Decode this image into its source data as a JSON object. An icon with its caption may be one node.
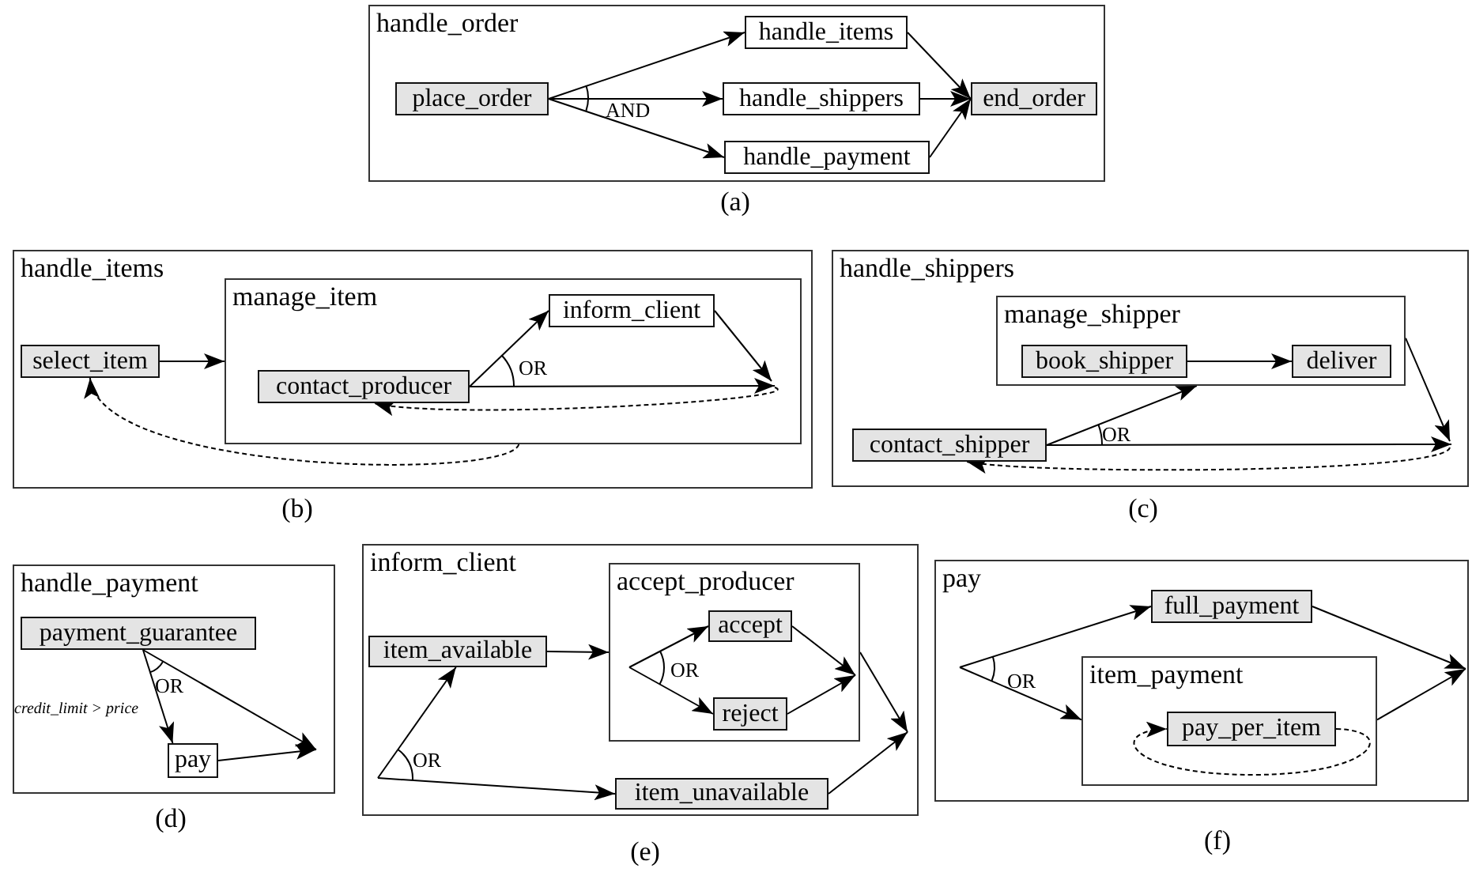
{
  "diagram": {
    "nodes": [
      {
        "text": [
          "handle_order"
        ]
      },
      {
        "text": [
          "place_order"
        ],
        "in": 0
      },
      {
        "text": [
          "handle_items"
        ],
        "in": 0
      },
      {
        "text": [
          "handle_shippers"
        ],
        "in": 0
      },
      {
        "text": [
          "handle_payment"
        ],
        "in": 0
      },
      {
        "text": [
          "end_order"
        ],
        "in": 0
      },
      {
        "text": [
          "handle_items"
        ]
      },
      {
        "text": [
          "manage_item"
        ],
        "in": 6
      },
      {
        "text": [
          "select_item"
        ],
        "in": 6
      },
      {
        "text": [
          "inform_client"
        ],
        "in": 7
      },
      {
        "text": [
          "contact_producer"
        ],
        "in": 7
      },
      {
        "text": [
          "handle_shippers"
        ]
      },
      {
        "text": [
          "manage_shipper"
        ],
        "in": 11
      },
      {
        "text": [
          "book_shipper"
        ],
        "in": 12
      },
      {
        "text": [
          "deliver"
        ],
        "in": 12
      },
      {
        "text": [
          "contact_shipper"
        ],
        "in": 11
      },
      {
        "text": [
          "handle_payment"
        ]
      },
      {
        "text": [
          "payment_guarantee"
        ],
        "in": 16
      },
      {
        "text": [
          "pay"
        ],
        "in": 16
      },
      {
        "text": [
          "inform_client"
        ]
      },
      {
        "text": [
          "accept_producer"
        ],
        "in": 19
      },
      {
        "text": [
          "item_available"
        ],
        "in": 19
      },
      {
        "text": [
          "accept"
        ],
        "in": 20
      },
      {
        "text": [
          "reject"
        ],
        "in": 20
      },
      {
        "text": [
          "item_unavailable"
        ],
        "in": 19
      },
      {
        "text": [
          "pay"
        ]
      },
      {
        "text": [
          "full_payment"
        ],
        "in": 25
      },
      {
        "text": [
          "item_payment"
        ],
        "in": 25
      },
      {
        "text": [
          "pay_per_item"
        ],
        "in": 27
      }
    ],
    "edges": [
      {
        "from": 1,
        "to": 2,
        "arrow": "to"
      },
      {
        "from": 1,
        "to": 3,
        "arrow": "to"
      },
      {
        "from": 1,
        "to": 4,
        "arrow": "to"
      },
      {
        "from": 2,
        "to": 5,
        "arrow": "to"
      },
      {
        "from": 3,
        "to": 5,
        "arrow": "to"
      },
      {
        "from": 4,
        "to": 5,
        "arrow": "to"
      },
      {
        "from": 8,
        "to": 7,
        "arrow": "to"
      },
      {
        "from": 10,
        "to": 9,
        "arrow": "to"
      },
      {
        "from": 10,
        "to": null,
        "arrow": "to"
      },
      {
        "from": 9,
        "to": null,
        "arrow": "to"
      },
      {
        "from": null,
        "to": 10,
        "arrow": "to",
        "style": "dashed"
      },
      {
        "from": 7,
        "to": 8,
        "arrow": "to",
        "style": "dashed"
      },
      {
        "from": 13,
        "to": 14,
        "arrow": "to"
      },
      {
        "from": 15,
        "to": 12,
        "arrow": "to"
      },
      {
        "from": 15,
        "to": null,
        "arrow": "to"
      },
      {
        "from": 12,
        "to": null,
        "arrow": "to"
      },
      {
        "from": null,
        "to": 15,
        "arrow": "to",
        "style": "dashed"
      },
      {
        "from": 17,
        "to": 18,
        "arrow": "to",
        "label": "credit_limit > price"
      },
      {
        "from": 17,
        "to": null,
        "arrow": "to"
      },
      {
        "from": 18,
        "to": null,
        "arrow": "to"
      },
      {
        "from": null,
        "to": 21,
        "arrow": "to"
      },
      {
        "from": null,
        "to": 24,
        "arrow": "to"
      },
      {
        "from": 21,
        "to": 20,
        "arrow": "to"
      },
      {
        "from": null,
        "to": 22,
        "arrow": "to"
      },
      {
        "from": null,
        "to": 23,
        "arrow": "to"
      },
      {
        "from": 22,
        "to": null,
        "arrow": "to"
      },
      {
        "from": 23,
        "to": null,
        "arrow": "to"
      },
      {
        "from": 20,
        "to": null,
        "arrow": "to"
      },
      {
        "from": 24,
        "to": null,
        "arrow": "to"
      },
      {
        "from": null,
        "to": 26,
        "arrow": "to"
      },
      {
        "from": null,
        "to": 27,
        "arrow": "to"
      },
      {
        "from": 26,
        "to": null,
        "arrow": "to"
      },
      {
        "from": 27,
        "to": null,
        "arrow": "to"
      },
      {
        "from": 28,
        "to": 28,
        "arrow": "to",
        "style": "dashed"
      }
    ],
    "labels": [
      "AND",
      "(a)",
      "OR",
      "OR",
      "(b)",
      "(c)",
      "OR",
      "OR",
      "OR",
      "OR",
      "(d)",
      "(e)",
      "(f)"
    ]
  }
}
